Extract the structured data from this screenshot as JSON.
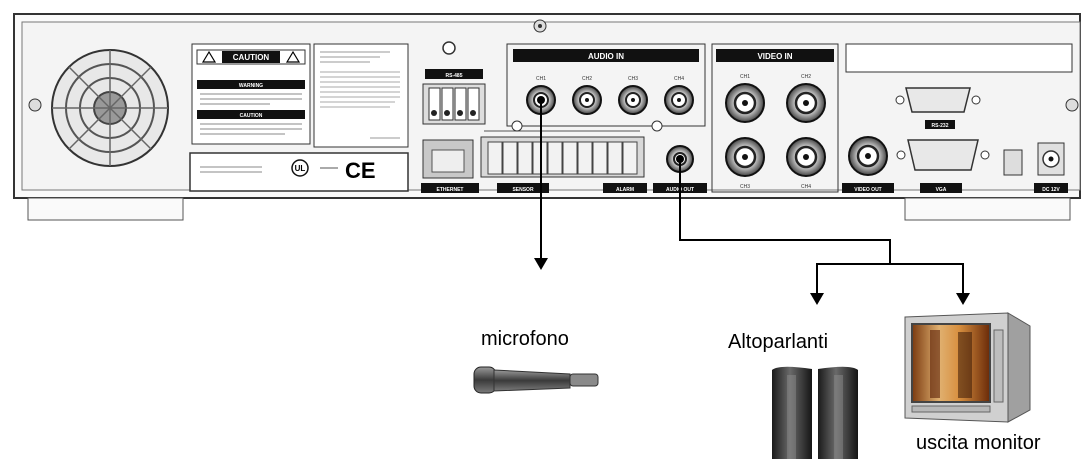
{
  "panel": {
    "caution_title": "CAUTION",
    "warning_label": "WARNING",
    "caution_label": "CAUTION",
    "ce_mark": "CE",
    "ul_mark": "UL",
    "audio_in_label": "AUDIO IN",
    "video_in_label": "VIDEO IN",
    "audio_channels": [
      "CH1",
      "CH2",
      "CH3",
      "CH4"
    ],
    "video_channels": [
      "CH1",
      "CH2",
      "CH3",
      "CH4"
    ],
    "port_labels": [
      "RS-485",
      "ETHERNET",
      "SENSOR",
      "ALARM",
      "AUDIO OUT",
      "VIDEO OUT",
      "VGA",
      "RS-232",
      "DC 12V"
    ]
  },
  "devices": {
    "microphone": "microfono",
    "speakers": "Altoparlanti",
    "monitor": "uscita monitor"
  }
}
